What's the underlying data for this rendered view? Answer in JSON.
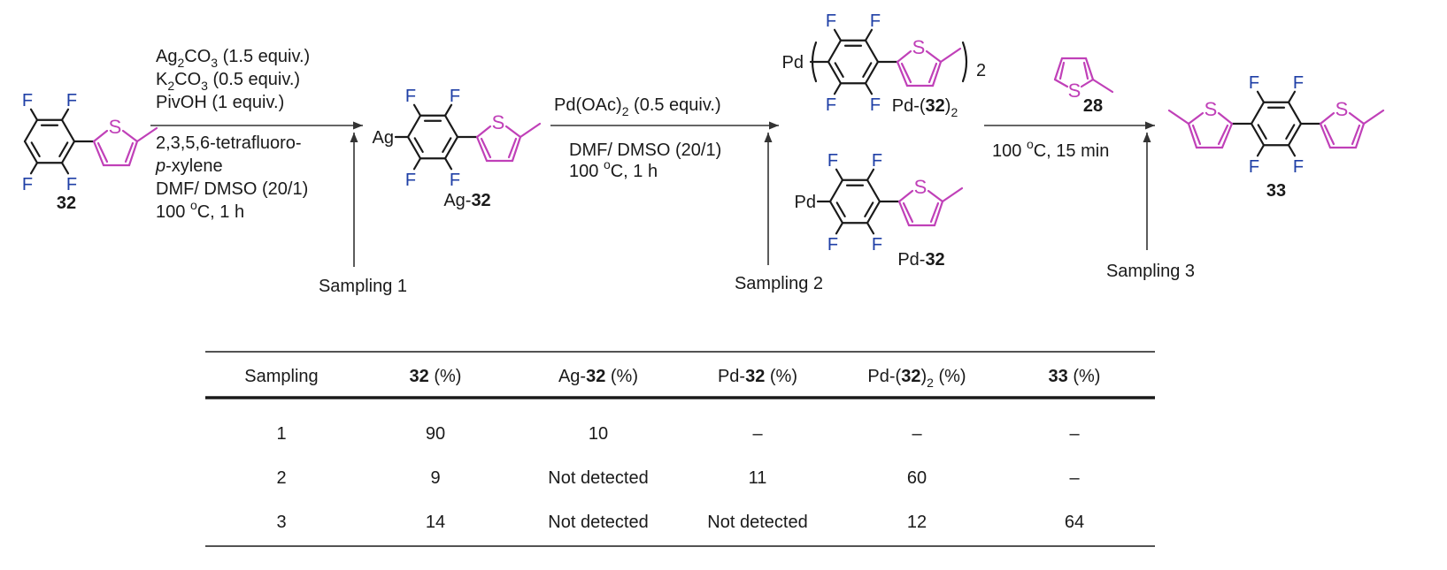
{
  "compounds": {
    "c32": "32",
    "ag32_prefix": "Ag-",
    "ag32_num": "32",
    "pd32b_prefix": "Pd-(",
    "pd32b_num": "32",
    "pd32b_suffix": ")",
    "pd32b_sub": "2",
    "pd32_prefix": "Pd-",
    "pd32_num": "32",
    "c28": "28",
    "c33": "33",
    "metal_ag": "Ag",
    "metal_pd": "Pd",
    "outer_sub": "2"
  },
  "atoms": {
    "F": "F",
    "S": "S"
  },
  "step1": {
    "ag2co3_a": "Ag",
    "ag2co3_sub1": "2",
    "ag2co3_b": "CO",
    "ag2co3_sub2": "3",
    "ag2co3_c": " (1.5 equiv.)",
    "k2co3_a": "K",
    "k2co3_sub1": "2",
    "k2co3_b": "CO",
    "k2co3_sub2": "3",
    "k2co3_c": " (0.5 equiv.)",
    "pivoh": "PivOH (1 equiv.)",
    "additive_l1": "2,3,5,6-tetrafluoro-",
    "additive_l2_italic": "p",
    "additive_l2_rest": "-xylene",
    "solvent": "DMF/ DMSO (20/1)",
    "temp_a": "100 ",
    "temp_deg": "o",
    "temp_b": "C, 1 h"
  },
  "step2": {
    "reagent_a": "Pd(OAc)",
    "reagent_sub": "2",
    "reagent_b": " (0.5 equiv.)",
    "solvent": "DMF/ DMSO (20/1)",
    "temp_a": "100 ",
    "temp_deg": "o",
    "temp_b": "C, 1 h"
  },
  "step3": {
    "temp_a": "100 ",
    "temp_deg": "o",
    "temp_b": "C, 15 min"
  },
  "sampling": {
    "s1": "Sampling 1",
    "s2": "Sampling 2",
    "s3": "Sampling 3"
  },
  "table": {
    "headers": [
      {
        "id": "sampling",
        "prefix": "Sampling",
        "bold": "",
        "suffix": "",
        "sub": "",
        "tail": ""
      },
      {
        "id": "c32",
        "prefix": "",
        "bold": "32",
        "suffix": " (%)",
        "sub": "",
        "tail": ""
      },
      {
        "id": "ag32",
        "prefix": "Ag-",
        "bold": "32",
        "suffix": " (%)",
        "sub": "",
        "tail": ""
      },
      {
        "id": "pd32",
        "prefix": "Pd-",
        "bold": "32",
        "suffix": " (%)",
        "sub": "",
        "tail": ""
      },
      {
        "id": "pd32b",
        "prefix": "Pd-(",
        "bold": "32",
        "suffix": ")",
        "sub": "2",
        "tail": " (%)"
      },
      {
        "id": "c33",
        "prefix": "",
        "bold": "33",
        "suffix": " (%)",
        "sub": "",
        "tail": ""
      }
    ],
    "rows": [
      [
        "1",
        "90",
        "10",
        "–",
        "–",
        "–"
      ],
      [
        "2",
        "9",
        "Not detected",
        "11",
        "60",
        "–"
      ],
      [
        "3",
        "14",
        "Not detected",
        "Not detected",
        "12",
        "64"
      ]
    ]
  },
  "colors": {
    "fluorine": "#1f3fa6",
    "thiophene": "#c040b8",
    "text": "#1a1a1a"
  }
}
